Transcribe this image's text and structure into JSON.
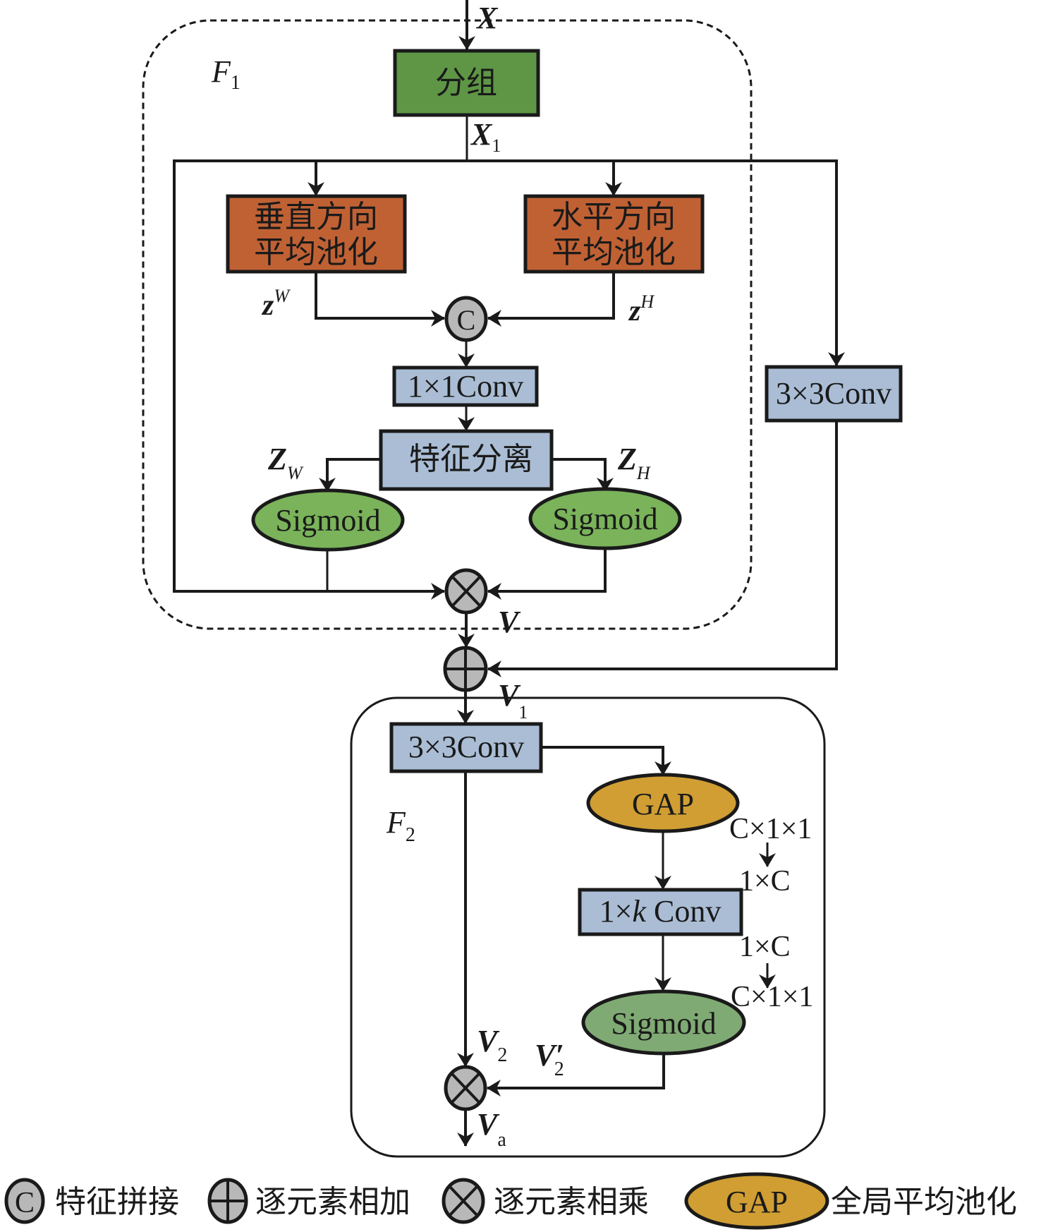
{
  "colors": {
    "group_box": "#5e9645",
    "pool_box": "#c06134",
    "conv_box": "#aabdd5",
    "sigmoid_top": "#7ab35a",
    "sigmoid_bottom": "#80aa74",
    "gap": "#d09e33",
    "operator": "#b8b8b8",
    "stroke": "#1a1a1a"
  },
  "f1": {
    "label": "F",
    "label_sub": "1",
    "input_label": "X",
    "group_box": "分组",
    "x1_label": "X",
    "x1_sub": "1",
    "pool_vertical_line1": "垂直方向",
    "pool_vertical_line2": "平均池化",
    "pool_horizontal_line1": "水平方向",
    "pool_horizontal_line2": "平均池化",
    "zw_label": "z",
    "zw_sup": "W",
    "zh_label": "z",
    "zh_sup": "H",
    "concat_symbol": "C",
    "conv1x1": "1×1Conv",
    "split_box": "特征分离",
    "Zw_label": "Z",
    "Zw_sub": "W",
    "Zh_label": "Z",
    "Zh_sub": "H",
    "sigmoid_left": "Sigmoid",
    "sigmoid_right": "Sigmoid",
    "v_label": "V"
  },
  "side_branch": {
    "conv3x3": "3×3Conv"
  },
  "add_node": {
    "v1_label": "V",
    "v1_sub": "1"
  },
  "f2": {
    "label": "F",
    "label_sub": "2",
    "conv3x3": "3×3Conv",
    "gap": "GAP",
    "dim1": "C×1×1",
    "dim2": "1×C",
    "conv1xk_pre": "1×",
    "conv1xk_k": "k",
    "conv1xk_post": " Conv",
    "dim3": "1×C",
    "dim4": "C×1×1",
    "sigmoid": "Sigmoid",
    "v2_label": "V",
    "v2_sub": "2",
    "v2p_label": "V′",
    "v2p_sub": "2",
    "va_label": "V",
    "va_sub": "a"
  },
  "legend": [
    {
      "symbol": "C",
      "text": "特征拼接"
    },
    {
      "symbol": "plus",
      "text": "逐元素相加"
    },
    {
      "symbol": "times",
      "text": "逐元素相乘"
    },
    {
      "symbol": "GAP",
      "text": "全局平均池化"
    }
  ]
}
